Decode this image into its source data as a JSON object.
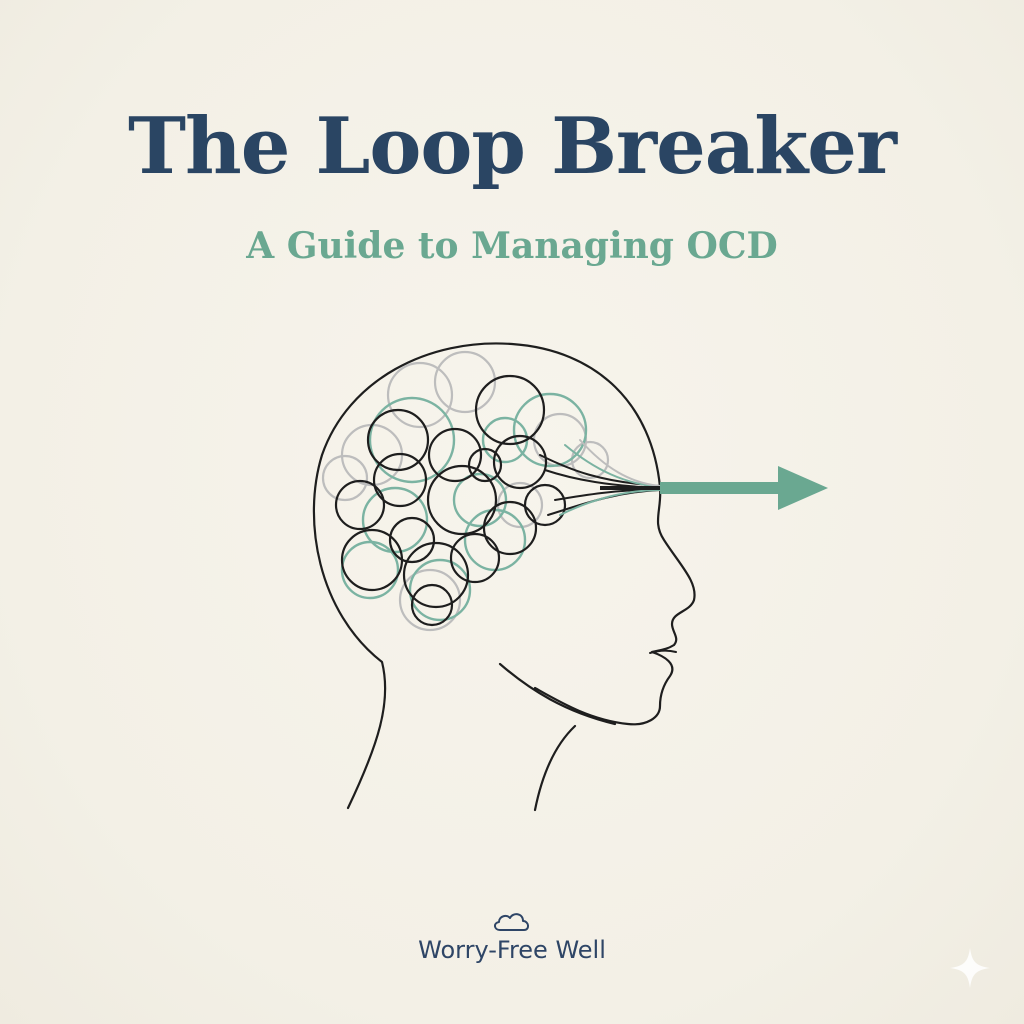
{
  "cover": {
    "title": "The Loop Breaker",
    "subtitle": "A Guide to Managing OCD",
    "publisher": "Worry-Free Well"
  },
  "colors": {
    "background": "#f5f2e9",
    "title": "#2a4563",
    "accent_teal": "#6aa891",
    "line_dark": "#1e1e1e",
    "line_grey": "#bdbdbd",
    "publisher": "#2e4566"
  },
  "icons": {
    "publisher_logo": "cloud-icon",
    "corner_mark": "sparkle-icon",
    "direction": "arrow-right-icon"
  }
}
